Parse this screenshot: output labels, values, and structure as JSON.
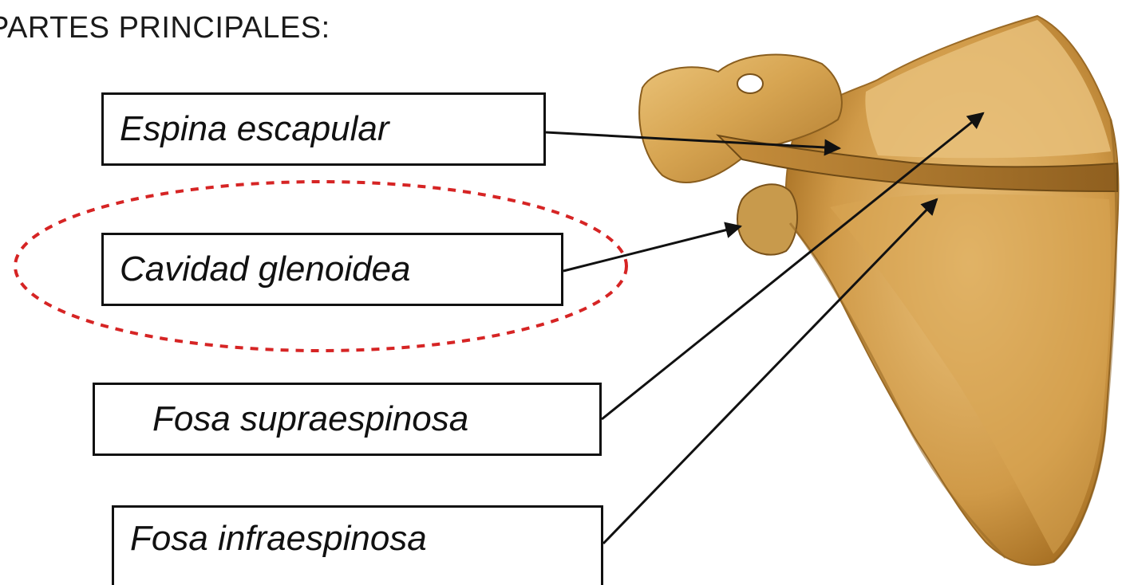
{
  "heading": "PARTES PRINCIPALES:",
  "labels": {
    "espina": "Espina escapular",
    "cavidad": "Cavidad glenoidea",
    "supra": "Fosa supraespinosa",
    "infra": "Fosa infraespinosa"
  },
  "colors": {
    "bone_light": "#e2b86a",
    "bone_mid": "#c9953e",
    "bone_dark": "#8a5e1e",
    "highlight_ellipse": "#d62424",
    "arrow": "#111111"
  }
}
